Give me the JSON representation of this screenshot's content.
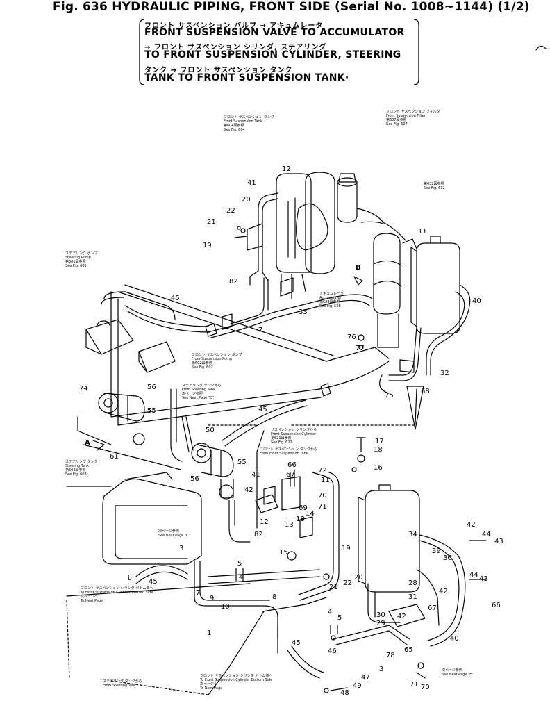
{
  "title": "Fig. 636  HYDRAULIC PIPING, FRONT SIDE (Serial No. 1008~1144) (1/2)",
  "subtitle_lines": [
    {
      "jp": "フロント サスペンション バルブ → アキュムレータ",
      "en": "FRONT SUSPENSION VALVE TO ACCUMULATOR"
    },
    {
      "jp": "→ フロント サスペンション シリンダ, ステアリング",
      "en": "TO FRONT SUSPENSION CYLINDER, STEERING"
    },
    {
      "jp": "タンク → フロント サスペンション タンク",
      "en": "TANK TO FRONT SUSPENSION TANK·"
    }
  ],
  "callouts": {
    "front_suspension_tank": {
      "jp": "フロント サスペンション タンク",
      "en": "Front Suspension Tank",
      "ref_jp": "第604図参照",
      "ref": "See Fig. 604"
    },
    "front_suspension_filter": {
      "jp": "フロント サスペンション フィルタ",
      "en": "Front Suspension Filter",
      "ref_jp": "第607図参照",
      "ref": "See Fig. 607"
    },
    "fig_632": {
      "ref_jp": "第632図参照",
      "ref": "See Fig. 632"
    },
    "steering_pump": {
      "jp": "ステアリング ポンプ",
      "en": "Steering Pump",
      "ref_jp": "第601図参照",
      "ref": "See Fig. 601"
    },
    "accumulator": {
      "jp": "アキュムレータ",
      "en": "Accumulator",
      "ref_jp": "第528図参照",
      "ref": "See Fig. 528"
    },
    "front_suspension_pump": {
      "jp": "フロント サスペンション ポンプ",
      "en": "From Suspension Pump",
      "ref_jp": "第602図参照",
      "ref": "See Fig. 602"
    },
    "from_steering_tank": {
      "jp": "ステアリング タンクから",
      "en": "From Steering Tank",
      "ref_jp": "次ページ参照",
      "ref": "See Next Page \"D\""
    },
    "front_suspension_cylinder": {
      "jp": "サスペンション シリンダから",
      "en": "Front Suspension Cylinder",
      "ref_jp": "第621図参照",
      "ref": "See Fig. 621"
    },
    "from_front_suspension_tank": {
      "jp": "フロント サスペンション タンクから",
      "en": "From Front Suspension Tank"
    },
    "steering_tank": {
      "jp": "ステアリング タンク",
      "en": "Steering Tank",
      "ref_jp": "第603図参照",
      "ref": "See Fig. 603"
    },
    "see_next_page_c": {
      "jp": "次ページ参照",
      "en": "See Next Page \"C\""
    },
    "to_cylinder_bottom_1": {
      "jp": "フロント サスペンション シリンダ ボトム側へ",
      "en": "To Front Suspension Cylinder Bottom Side",
      "ref_jp": "次ページへ",
      "ref": "To Next Page"
    },
    "to_cylinder_bottom_2": {
      "jp": "フロント サスペンション シリンダ ボトム側へ",
      "en": "To Front Suspension Cylinder Bottom Side",
      "ref_jp": "次ページへ",
      "ref": "To Next Page"
    },
    "from_steering_tank_2": {
      "jp": "ステアリング タンクから",
      "en": "From Steering Tank"
    },
    "see_next_page_e": {
      "jp": "次ページ参照",
      "en": "See Next Page \"E\""
    }
  },
  "view_letters": {
    "a": "A",
    "b": "B",
    "b_small": "b"
  },
  "part_numbers": [
    {
      "id": "p12a",
      "label": "12"
    },
    {
      "id": "p41a",
      "label": "41"
    },
    {
      "id": "p20a",
      "label": "20"
    },
    {
      "id": "p22a",
      "label": "22"
    },
    {
      "id": "p21a",
      "label": "21"
    },
    {
      "id": "p19",
      "label": "19"
    },
    {
      "id": "p82a",
      "label": "82"
    },
    {
      "id": "p33",
      "label": "33"
    },
    {
      "id": "p11a",
      "label": "11"
    },
    {
      "id": "p40a",
      "label": "40"
    },
    {
      "id": "p45a",
      "label": "45"
    },
    {
      "id": "p7a",
      "label": "7"
    },
    {
      "id": "p76",
      "label": "76"
    },
    {
      "id": "p77",
      "label": "77"
    },
    {
      "id": "p32",
      "label": "32"
    },
    {
      "id": "p68",
      "label": "68"
    },
    {
      "id": "p75",
      "label": "75"
    },
    {
      "id": "p74",
      "label": "74"
    },
    {
      "id": "p56a",
      "label": "56"
    },
    {
      "id": "p55a",
      "label": "55"
    },
    {
      "id": "p45b",
      "label": "45"
    },
    {
      "id": "p50",
      "label": "50"
    },
    {
      "id": "p61",
      "label": "61"
    },
    {
      "id": "p55b",
      "label": "55"
    },
    {
      "id": "p56b",
      "label": "56"
    },
    {
      "id": "p17",
      "label": "17"
    },
    {
      "id": "p18a",
      "label": "18"
    },
    {
      "id": "p66a",
      "label": "66"
    },
    {
      "id": "p72",
      "label": "72"
    },
    {
      "id": "p16",
      "label": "16"
    },
    {
      "id": "p41b",
      "label": "41"
    },
    {
      "id": "p67a",
      "label": "67"
    },
    {
      "id": "p11b",
      "label": "11"
    },
    {
      "id": "p42a",
      "label": "42"
    },
    {
      "id": "p70a",
      "label": "70"
    },
    {
      "id": "p69",
      "label": "69"
    },
    {
      "id": "p71a",
      "label": "71"
    },
    {
      "id": "p14",
      "label": "14"
    },
    {
      "id": "p18b",
      "label": "18"
    },
    {
      "id": "p13",
      "label": "13"
    },
    {
      "id": "p12b",
      "label": "12"
    },
    {
      "id": "p82b",
      "label": "82"
    },
    {
      "id": "p3a",
      "label": "3"
    },
    {
      "id": "p15",
      "label": "15"
    },
    {
      "id": "p19b",
      "label": "19"
    },
    {
      "id": "p5a",
      "label": "5"
    },
    {
      "id": "p4a",
      "label": "4"
    },
    {
      "id": "p20b",
      "label": "20"
    },
    {
      "id": "p22b",
      "label": "22"
    },
    {
      "id": "p21b",
      "label": "21"
    },
    {
      "id": "p42b",
      "label": "42"
    },
    {
      "id": "p44a",
      "label": "44"
    },
    {
      "id": "p43a",
      "label": "43"
    },
    {
      "id": "p34",
      "label": "34"
    },
    {
      "id": "p39",
      "label": "39"
    },
    {
      "id": "p36",
      "label": "36"
    },
    {
      "id": "p28",
      "label": "28"
    },
    {
      "id": "p31",
      "label": "31"
    },
    {
      "id": "p42c",
      "label": "42"
    },
    {
      "id": "p44b",
      "label": "44"
    },
    {
      "id": "p43b",
      "label": "43"
    },
    {
      "id": "p66b",
      "label": "66"
    },
    {
      "id": "p67b",
      "label": "67"
    },
    {
      "id": "p45c",
      "label": "45"
    },
    {
      "id": "p7b",
      "label": "7"
    },
    {
      "id": "p9",
      "label": "9"
    },
    {
      "id": "p10",
      "label": "10"
    },
    {
      "id": "p8",
      "label": "8"
    },
    {
      "id": "p1",
      "label": "1"
    },
    {
      "id": "p4b",
      "label": "4"
    },
    {
      "id": "p5b",
      "label": "5"
    },
    {
      "id": "p30",
      "label": "30"
    },
    {
      "id": "p29",
      "label": "29"
    },
    {
      "id": "p42d",
      "label": "42"
    },
    {
      "id": "p40b",
      "label": "40"
    },
    {
      "id": "p65",
      "label": "65"
    },
    {
      "id": "p78",
      "label": "78"
    },
    {
      "id": "p46",
      "label": "46"
    },
    {
      "id": "p45d",
      "label": "45"
    },
    {
      "id": "p3b",
      "label": "3"
    },
    {
      "id": "p47",
      "label": "47"
    },
    {
      "id": "p49",
      "label": "49"
    },
    {
      "id": "p48",
      "label": "48"
    },
    {
      "id": "p71b",
      "label": "71"
    },
    {
      "id": "p70b",
      "label": "70"
    }
  ]
}
